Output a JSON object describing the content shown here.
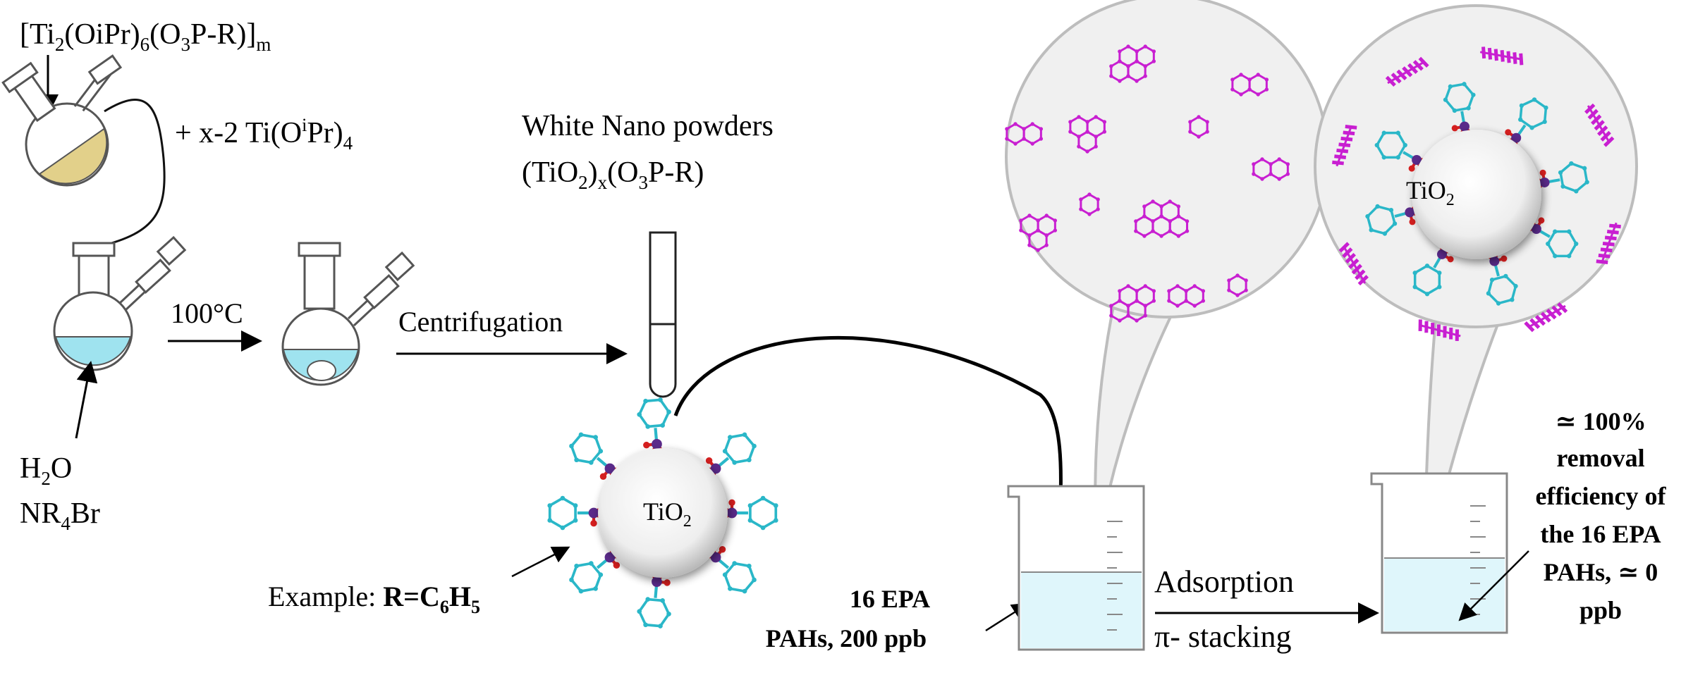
{
  "precursor": {
    "formula_main": "[Ti",
    "sub_2": "2",
    "formula_mid": "(OiPr)",
    "sub_6": "6",
    "formula_mid2": "(O",
    "sub_3": "3",
    "formula_end": "P-R)]",
    "sub_m": "m"
  },
  "reagent": {
    "prefix": "+ x-2 Ti(O",
    "sup_i": "i",
    "suffix": "Pr)",
    "sub_4": "4"
  },
  "conditions": {
    "water": "H",
    "water_sub": "2",
    "water_o": "O",
    "salt_a": "NR",
    "salt_sub": "4",
    "salt_b": "Br",
    "temperature": "100°C"
  },
  "steps": {
    "centrifugation": "Centrifugation",
    "adsorption": "Adsorption",
    "stacking": "π- stacking"
  },
  "product": {
    "title": "White Nano powders",
    "formula_a": "(TiO",
    "sub_2": "2",
    "formula_b": ")",
    "sub_x": "x",
    "formula_c": "(O",
    "sub_3": "3",
    "formula_d": "P-R)"
  },
  "particle": {
    "label": "TiO",
    "label_sub": "2"
  },
  "example": {
    "prefix": "Example: ",
    "r": "R=C",
    "sub_6": "6",
    "h": "H",
    "sub_5": "5"
  },
  "pahs": {
    "line1": "16 EPA",
    "line2": "PAHs, 200 ppb"
  },
  "result": {
    "line1": "≃ 100%",
    "line2": "removal",
    "line3": "efficiency of",
    "line4": "the 16 EPA",
    "line5": "PAHs, ≃ 0",
    "line6": "ppb"
  },
  "colors": {
    "liquid": "#dff6fb",
    "flask_liquid": "#9fe3ef",
    "precursor_fill": "#e2d08a",
    "bubble_fill": "#f0f0f0",
    "bubble_stroke": "#bdbdbd",
    "pah": "#c81fd1",
    "phenyl": "#2ab7c8",
    "phosphorus": "#5a2a8a",
    "oxygen": "#d51f1f",
    "sphere": "#f2f2f2"
  }
}
